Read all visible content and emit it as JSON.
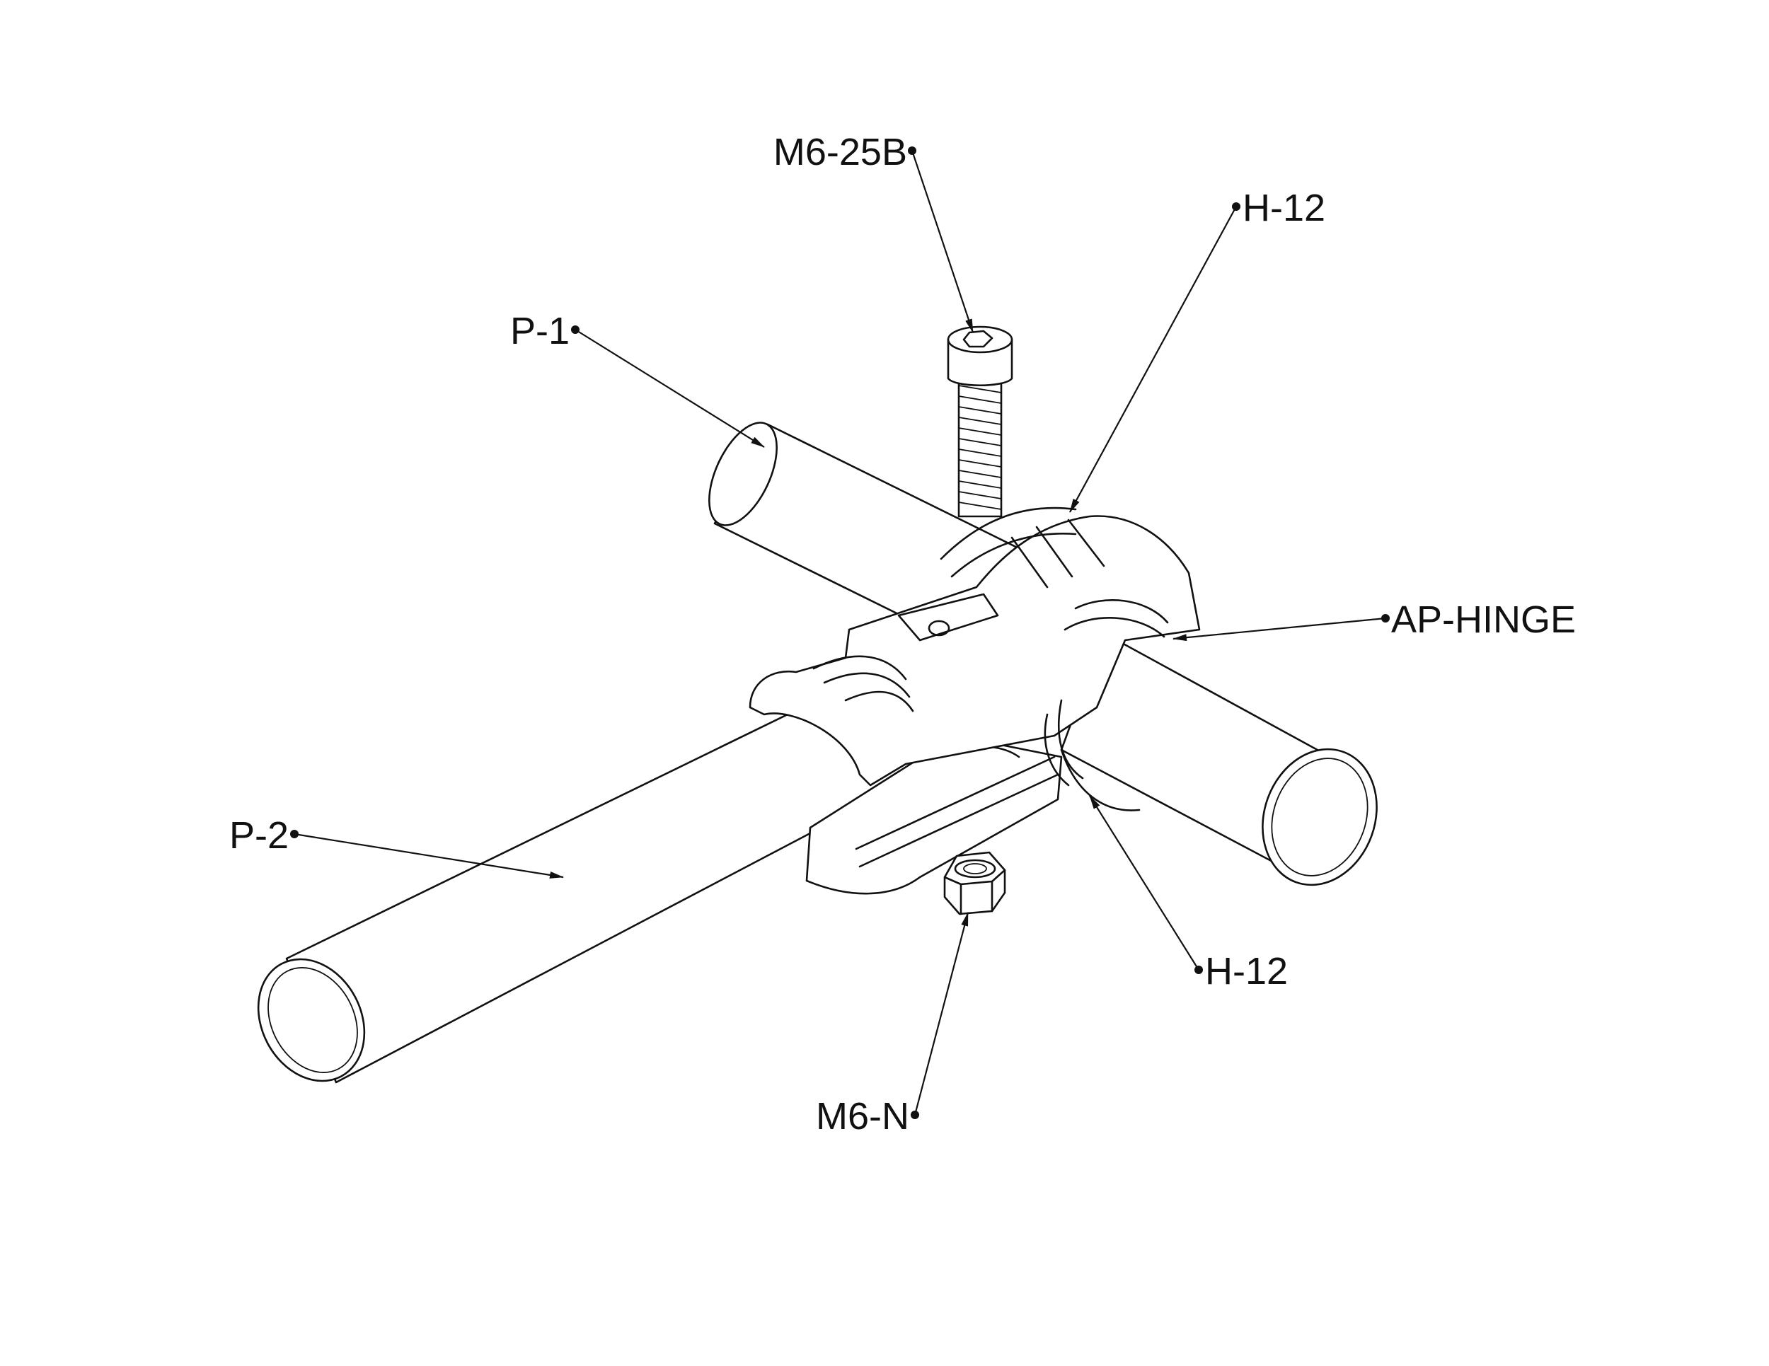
{
  "labels": {
    "bolt": "M6-25B",
    "hinge_top": "H-12",
    "pipe_1": "P-1",
    "ap_hinge": "AP-HINGE",
    "pipe_2": "P-2",
    "hinge_bottom": "H-12",
    "nut": "M6-N"
  }
}
